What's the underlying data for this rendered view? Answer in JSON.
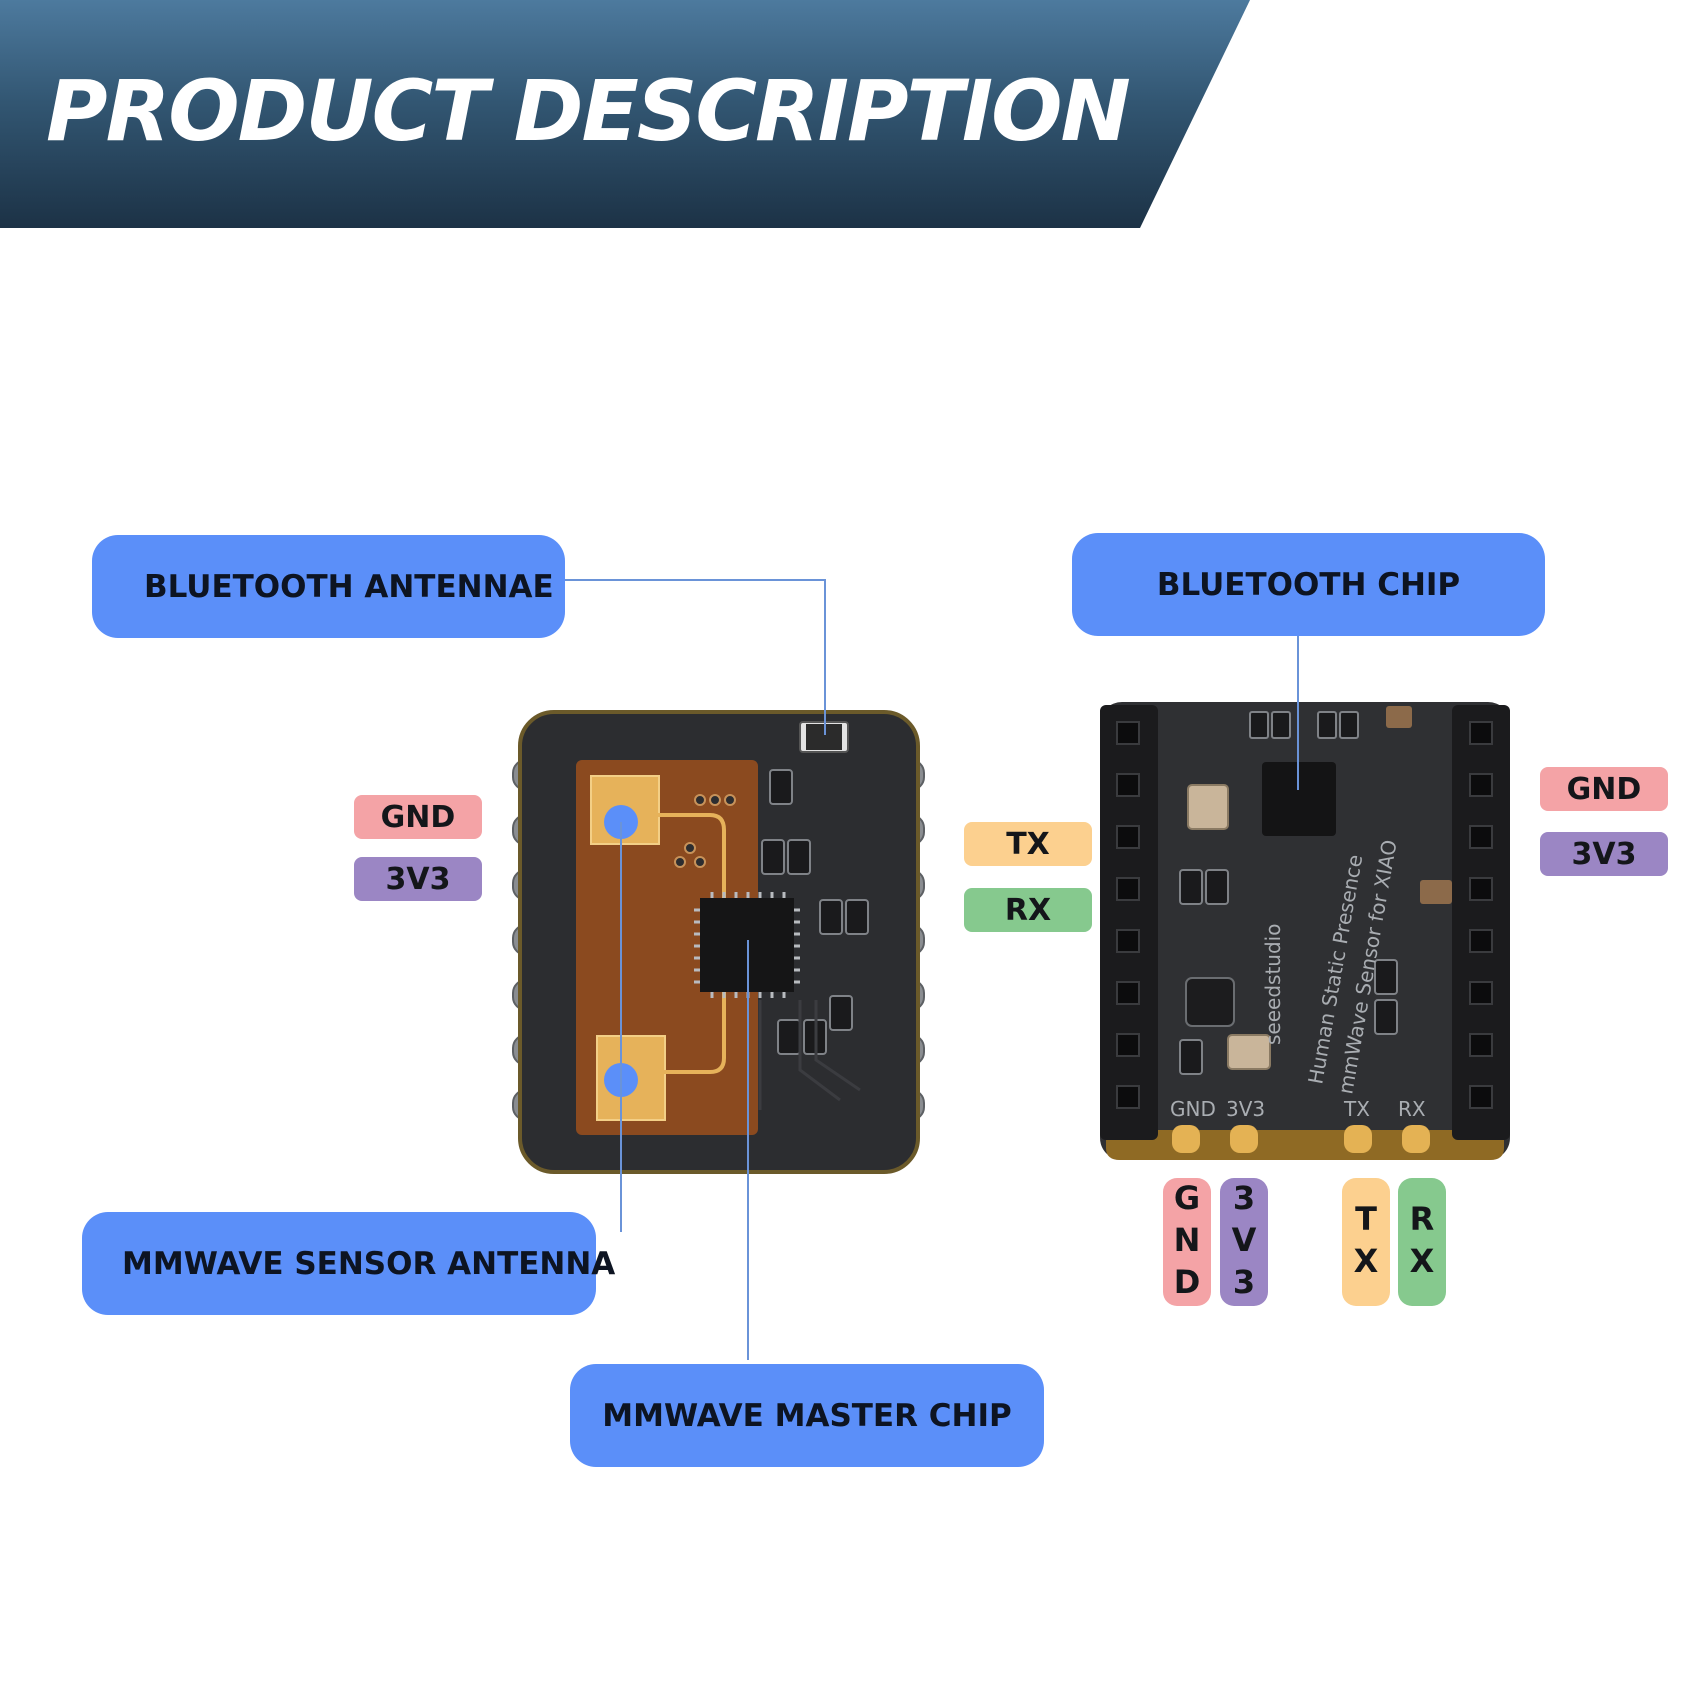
{
  "header": {
    "title": "PRODUCT DESCRIPTION"
  },
  "callouts": {
    "bluetooth_antennae": "BLUETOOTH ANTENNAE",
    "bluetooth_chip": "BLUETOOTH CHIP",
    "mmwave_sensor_antenna": "MMWAVE SENSOR ANTENNA",
    "mmwave_master_chip": "MMWAVE MASTER CHIP"
  },
  "pins": {
    "left_gnd": "GND",
    "left_3v3": "3V3",
    "mid_tx": "TX",
    "mid_rx": "RX",
    "right_gnd": "GND",
    "right_3v3": "3V3",
    "bottom_gnd": "GND",
    "bottom_3v3": "3V3",
    "bottom_tx": "TX",
    "bottom_rx": "RX"
  },
  "board_silkscreen": {
    "brand": "seeedstudio",
    "product_line1": "Human Static Presence",
    "product_line2": "mmWave Sensor for XIAO",
    "pin_gnd": "GND",
    "pin_3v3": "3V3",
    "pin_tx": "TX",
    "pin_rx": "RX"
  },
  "colors": {
    "callout_blue": "#5b8ff9",
    "pin_gnd": "#f4a3a6",
    "pin_3v3": "#9b86c4",
    "pin_tx": "#fcd08f",
    "pin_rx": "#86c98e",
    "leader_line": "#6a93d8"
  }
}
